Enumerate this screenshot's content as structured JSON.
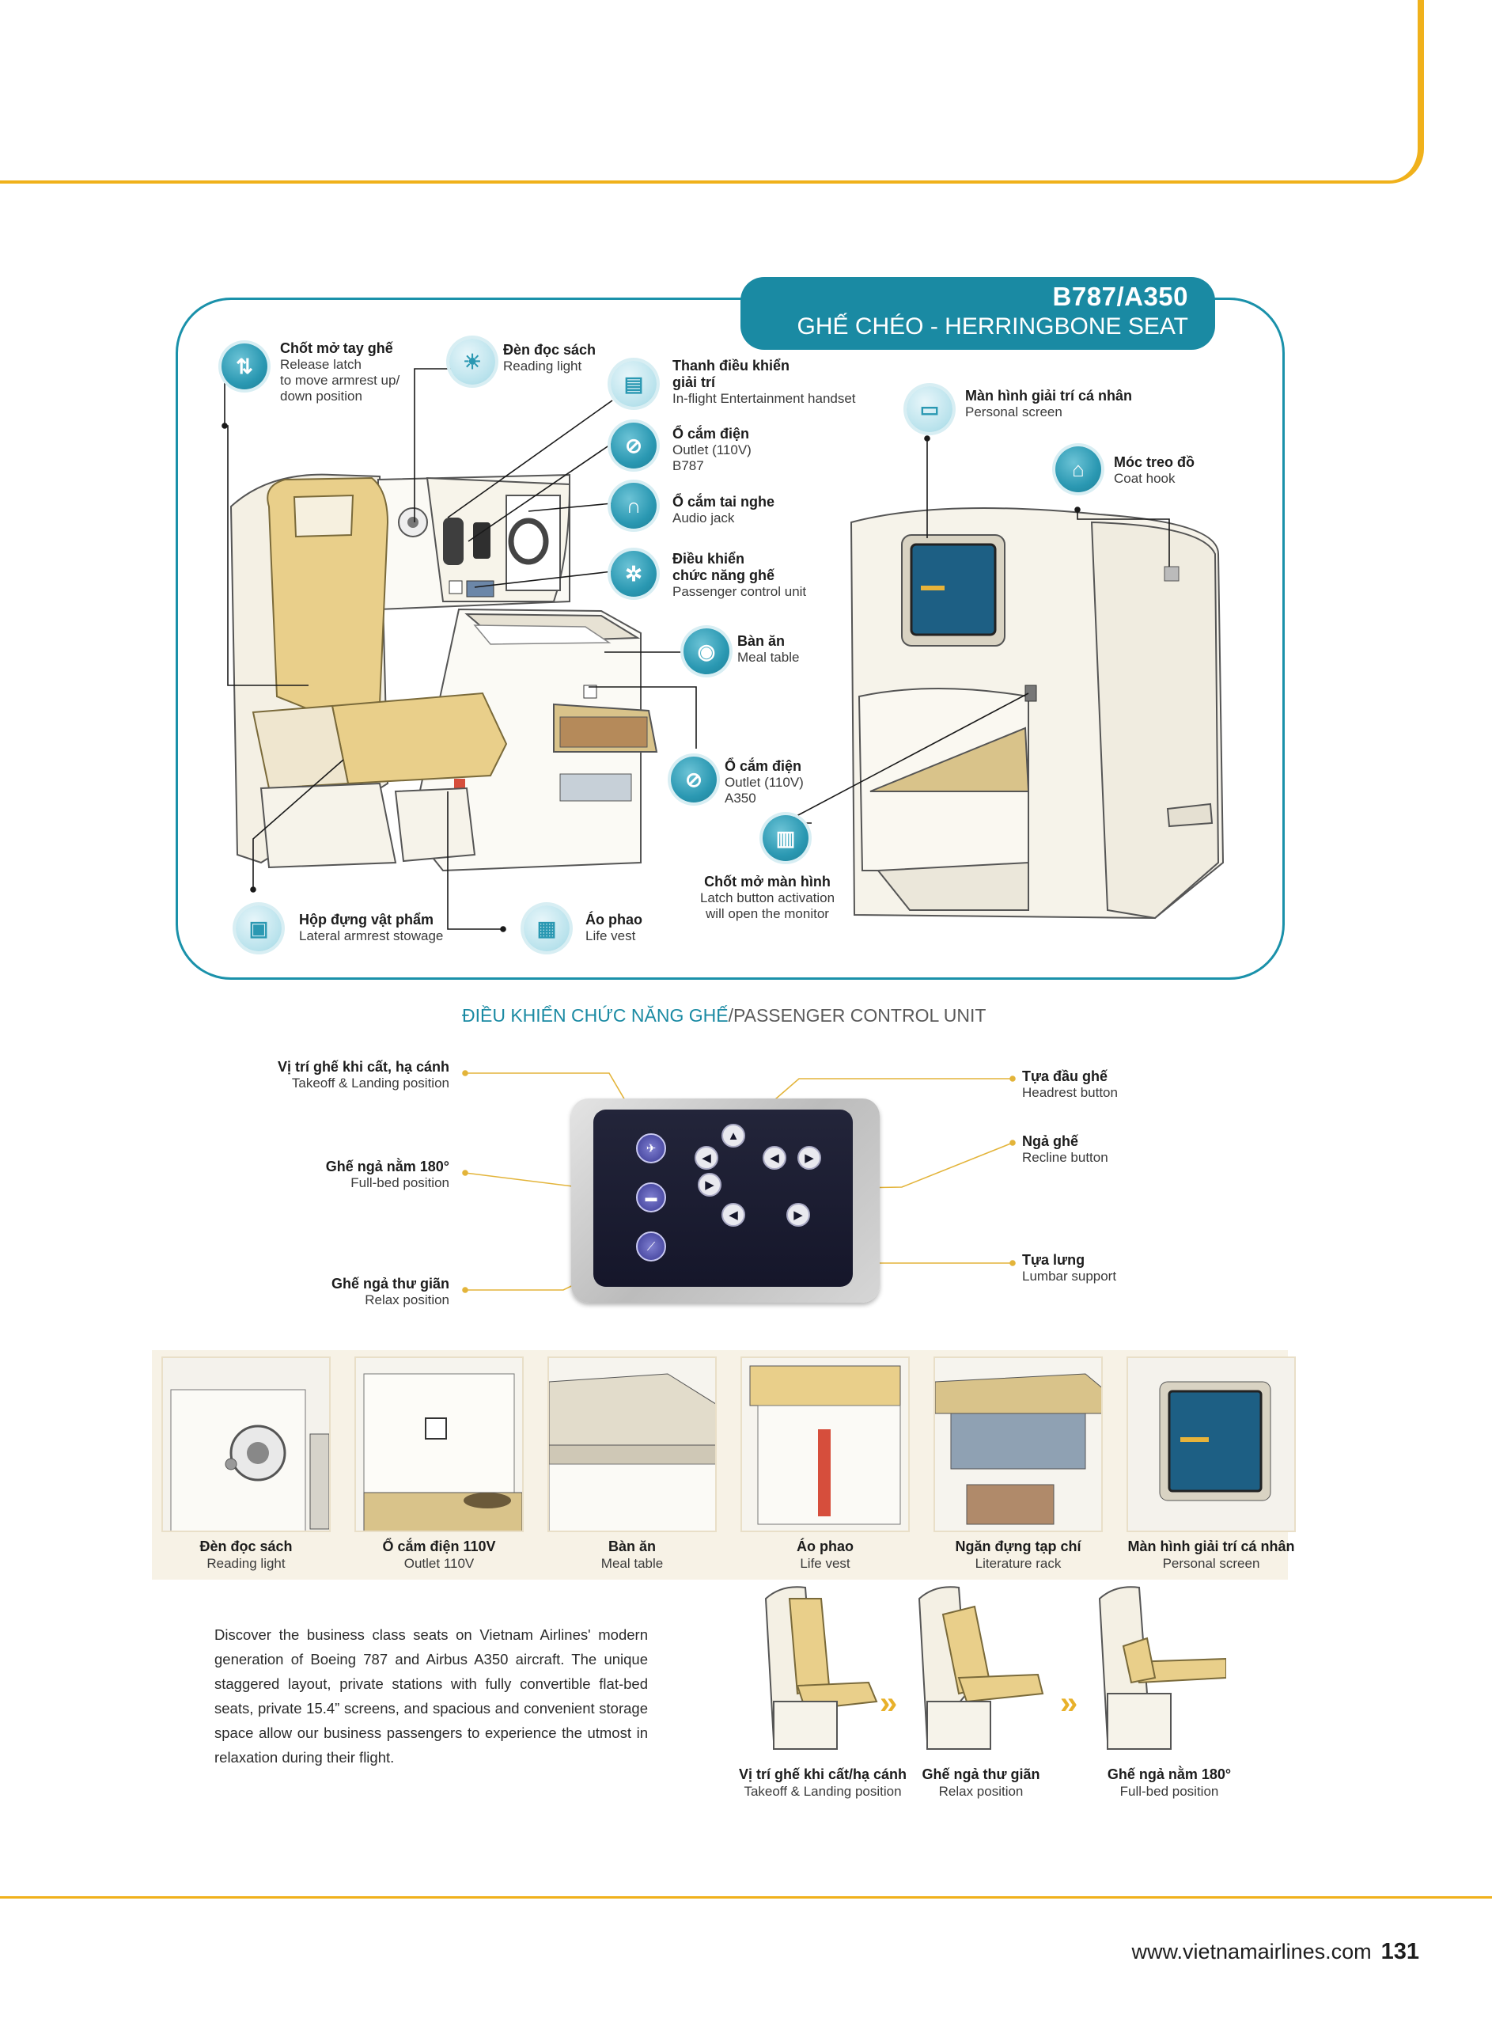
{
  "header": {
    "aircraft": "B787/A350",
    "seat_type": "GHẾ CHÉO - HERRINGBONE SEAT"
  },
  "features": {
    "release_latch": {
      "vi": "Chốt mở tay ghế",
      "en1": "Release latch",
      "en2": "to move armrest up/",
      "en3": "down position"
    },
    "reading_light": {
      "vi": "Đèn đọc sách",
      "en": "Reading light"
    },
    "ife_handset": {
      "vi1": "Thanh điều khiển",
      "vi2": "giải trí",
      "en": "In-flight Entertainment handset"
    },
    "outlet_b787": {
      "vi": "Ổ cắm điện",
      "en1": "Outlet (110V)",
      "en2": "B787"
    },
    "audio_jack": {
      "vi": "Ổ cắm tai nghe",
      "en": "Audio jack"
    },
    "pcu": {
      "vi1": "Điều khiển",
      "vi2": "chức năng ghế",
      "en": "Passenger control unit"
    },
    "meal_table": {
      "vi": "Bàn ăn",
      "en": "Meal table"
    },
    "outlet_a350": {
      "vi": "Ổ cắm điện",
      "en1": "Outlet (110V)",
      "en2": "A350"
    },
    "latch_button": {
      "vi": "Chốt mở màn hình",
      "en1": "Latch button activation",
      "en2": "will open the monitor"
    },
    "personal_screen": {
      "vi": "Màn hình giải trí cá nhân",
      "en": "Personal screen"
    },
    "coat_hook": {
      "vi": "Móc treo đồ",
      "en": "Coat hook"
    },
    "armrest_stowage": {
      "vi": "Hộp đựng vật phẩm",
      "en": "Lateral armrest stowage"
    },
    "life_vest": {
      "vi": "Áo phao",
      "en": "Life vest"
    }
  },
  "control_unit": {
    "title_vi": "ĐIỀU KHIỂN CHỨC NĂNG GHẾ",
    "title_sep": "/",
    "title_en": "PASSENGER CONTROL UNIT",
    "takeoff": {
      "vi": "Vị trí ghế khi cất, hạ cánh",
      "en": "Takeoff & Landing position"
    },
    "fullbed": {
      "vi": "Ghế ngả nằm 180°",
      "en": "Full-bed position"
    },
    "relax": {
      "vi": "Ghế ngả thư giãn",
      "en": "Relax position"
    },
    "headrest": {
      "vi": "Tựa đầu ghế",
      "en": "Headrest button"
    },
    "recline": {
      "vi": "Ngả ghế",
      "en": "Recline button"
    },
    "lumbar": {
      "vi": "Tựa lưng",
      "en": "Lumbar support"
    }
  },
  "thumbnails": [
    {
      "vi": "Đèn đọc sách",
      "en": "Reading light"
    },
    {
      "vi": "Ổ cắm điện 110V",
      "en": "Outlet 110V"
    },
    {
      "vi": "Bàn ăn",
      "en": "Meal table"
    },
    {
      "vi": "Áo phao",
      "en": "Life vest"
    },
    {
      "vi": "Ngăn đựng tạp chí",
      "en": "Literature rack"
    },
    {
      "vi": "Màn hình giải trí cá nhân",
      "en": "Personal screen"
    }
  ],
  "description": "Discover the business class seats on Vietnam Airlines' modern generation of Boeing 787 and Airbus A350 aircraft. The unique staggered layout, private stations with fully convertible flat-bed seats, private 15.4” screens, and spacious and convenient storage space allow our business passengers to experience the utmost in relaxation during their flight.",
  "positions": [
    {
      "vi": "Vị trí ghế khi cất/hạ cánh",
      "en": "Takeoff & Landing position"
    },
    {
      "vi": "Ghế ngả thư giãn",
      "en": "Relax position"
    },
    {
      "vi": "Ghế ngả nằm 180°",
      "en": "Full-bed position"
    }
  ],
  "footer": {
    "url": "www.vietnamairlines.com",
    "page": "131"
  },
  "colors": {
    "accent_gold": "#f0b11b",
    "teal": "#1a8aa3",
    "seat_beige": "#e9cf8a"
  }
}
